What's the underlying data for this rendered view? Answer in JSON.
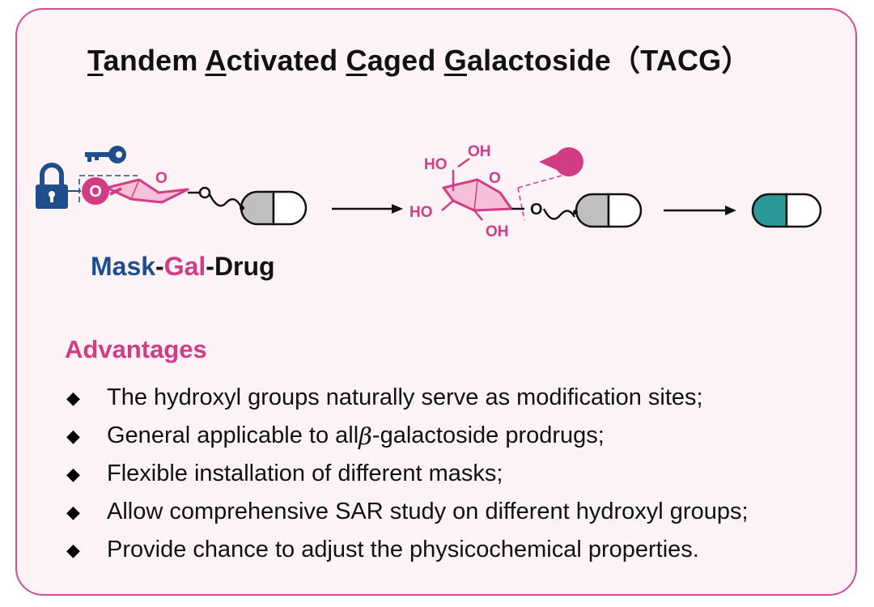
{
  "title": {
    "initial_1": "T",
    "rest_1": "andem ",
    "initial_2": "A",
    "rest_2": "ctivated ",
    "initial_3": "C",
    "rest_3": "aged ",
    "initial_4": "G",
    "rest_4": "alactoside",
    "abbr": "（TACG）"
  },
  "scheme": {
    "o_label": "O",
    "ring_o_label": "O",
    "free_sugar_labels": {
      "ho_top_left": "HO",
      "oh_top": "OH",
      "ho_left": "HO",
      "oh_bottom": "OH",
      "ring_o": "O"
    },
    "linker_o_label": "O"
  },
  "label": {
    "mask": "Mask",
    "sep1": "-",
    "gal": "Gal",
    "sep2": "-",
    "drug": "Drug"
  },
  "advantages": {
    "heading": "Advantages",
    "items": [
      {
        "text": "The hydroxyl groups naturally serve as modification sites;"
      },
      {
        "text_before": "General applicable to all ",
        "italic": "β",
        "text_after": "-galactoside prodrugs;"
      },
      {
        "text": "Flexible installation of different masks;"
      },
      {
        "text": "Allow comprehensive SAR study on different hydroxyl groups;"
      },
      {
        "text": "Provide chance to adjust the physicochemical properties."
      }
    ]
  },
  "colors": {
    "border": "#cf4f8b",
    "background": "#fdf3f7",
    "mask_blue": "#1f4e8c",
    "galactose_pink": "#d23c84",
    "ring_fill": "#f6c1d8",
    "capsule_gray": "#bfbfbf",
    "drug_teal": "#2a9a98"
  },
  "icons": [
    "lock-icon",
    "key-icon",
    "enzyme-icon",
    "capsule-icon"
  ]
}
